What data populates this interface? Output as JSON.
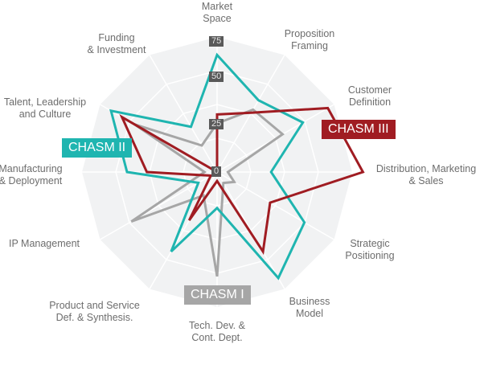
{
  "chart_data": {
    "type": "radar",
    "title": "",
    "axes": [
      "Market\nSpace",
      "Proposition\nFraming",
      "Customer\nDefinition",
      "Distribution, Marketing\n& Sales",
      "Strategic\nPositioning",
      "Business\nModel",
      "Tech. Dev. &\nCont. Dept.",
      "Product and Service\nDef. & Synthesis.",
      "IP Management",
      "Manufacturing\n& Deployment",
      "Talent, Leadership\nand Culture",
      "Funding\n& Investment"
    ],
    "ticks": [
      "0",
      "25",
      "50",
      "75"
    ],
    "rlim": [
      0,
      75
    ],
    "series": [
      {
        "name": "CHASM I",
        "color": "#a6a6a6",
        "values": [
          27,
          40,
          42,
          6,
          11,
          7,
          58,
          15,
          55,
          7,
          53,
          17
        ]
      },
      {
        "name": "CHASM II",
        "color": "#1fb5b0",
        "values": [
          65,
          46,
          55,
          30,
          56,
          68,
          20,
          51,
          12,
          50,
          68,
          29
        ]
      },
      {
        "name": "CHASM III",
        "color": "#a01c22",
        "values": [
          32,
          38,
          71,
          81,
          34,
          51,
          5,
          31,
          4,
          39,
          61,
          0
        ]
      }
    ],
    "legend": "inline badges"
  },
  "badges": {
    "chasm1": "CHASM I",
    "chasm2": "CHASM II",
    "chasm3": "CHASM III"
  },
  "axis_labels": {
    "market_space": "Market\nSpace",
    "proposition_framing": "Proposition\nFraming",
    "customer_definition": "Customer\nDefinition",
    "distribution": "Distribution, Marketing\n& Sales",
    "strategic_positioning": "Strategic\nPositioning",
    "business_model": "Business\nModel",
    "tech_dev": "Tech. Dev. &\nCont. Dept.",
    "product_service": "Product and Service\nDef. & Synthesis.",
    "ip_management": "IP Management",
    "manufacturing": "Manufacturing\n& Deployment",
    "talent": "Talent, Leadership\nand Culture",
    "funding": "Funding\n& Investment"
  },
  "tick_labels": {
    "t0": "0",
    "t25": "25",
    "t50": "50",
    "t75": "75"
  },
  "colors": {
    "chasm1": "#a6a6a6",
    "chasm2": "#1fb5b0",
    "chasm3": "#a01c22",
    "grid_fill": "#f1f2f3",
    "grid_line": "#ffffff"
  }
}
